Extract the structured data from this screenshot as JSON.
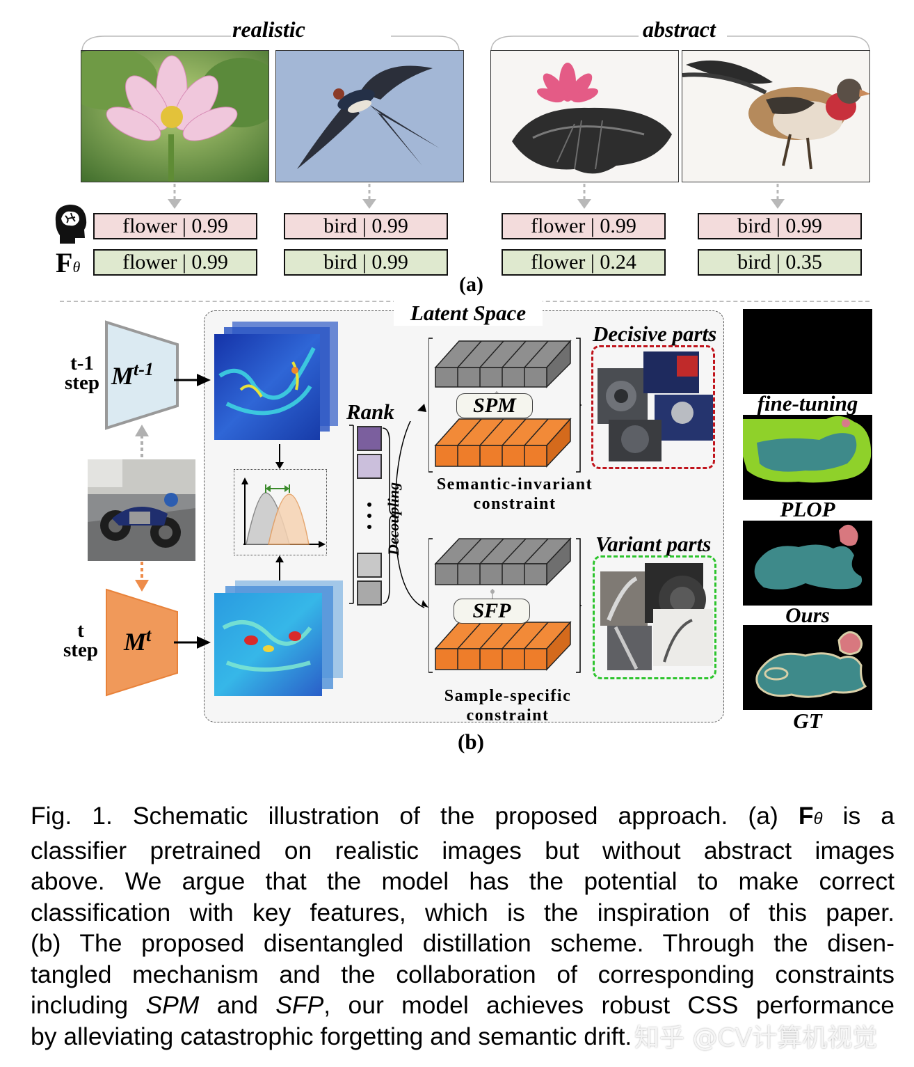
{
  "panel_a": {
    "group_left": "realistic",
    "group_right": "abstract",
    "human_labels": [
      "flower | 0.99",
      "bird | 0.99",
      "flower | 0.99",
      "bird | 0.99"
    ],
    "model_labels": [
      "flower | 0.99",
      "bird | 0.99",
      "flower | 0.24",
      "bird | 0.35"
    ],
    "model_symbol": "F",
    "model_subscript": "θ",
    "panel_label": "(a)",
    "icons": [
      "human-head-brain-icon"
    ]
  },
  "panel_b": {
    "latent_space": "Latent Space",
    "prev_step": "t-1",
    "prev_step_word": "step",
    "prev_model": "M",
    "prev_model_sup": "t-1",
    "cur_step": "t",
    "cur_step_word": "step",
    "cur_model": "M",
    "cur_model_sup": "t",
    "rank": "Rank",
    "decoupling": "Decoupling",
    "spm": "SPM",
    "sfp": "SFP",
    "semantic_line1": "Semantic-invariant",
    "semantic_line2": "constraint",
    "sample_line1": "Sample-specific",
    "sample_line2": "constraint",
    "decisive_parts": "Decisive parts",
    "variant_parts": "Variant parts",
    "results": [
      "fine-tuning",
      "PLOP",
      "Ours",
      "GT"
    ],
    "panel_label": "(b)",
    "colors": {
      "teacher_fill": "#dbeaf2",
      "student_fill": "#f0995a",
      "decisive_border": "#c0141c",
      "variant_border": "#2dc42d",
      "rank_dark": "#7b5f9e",
      "rank_light": "#cbbfdc"
    }
  },
  "caption": {
    "line1_pre": "Fig. 1. Schematic illustration of the proposed approach. (a)",
    "line1_sym": "F",
    "line1_sub": "θ",
    "line1_post": "is a",
    "line2": "classifier pretrained on realistic images but without abstract images",
    "line3": "above. We argue that the model has the potential to make correct",
    "line4": "classification with key features, which is the inspiration of this paper.",
    "line5": "(b) The proposed disentangled distillation scheme. Through the disen-",
    "line6": "tangled mechanism and the collaboration of corresponding constraints",
    "line7_pre": "including",
    "line7_spm": "SPM",
    "line7_and": "and",
    "line7_sfp": "SFP",
    "line7_post": ", our model achieves robust CSS performance",
    "line8": "by alleviating catastrophic forgetting and semantic drift."
  },
  "watermark": "知乎 @CV计算机视觉"
}
